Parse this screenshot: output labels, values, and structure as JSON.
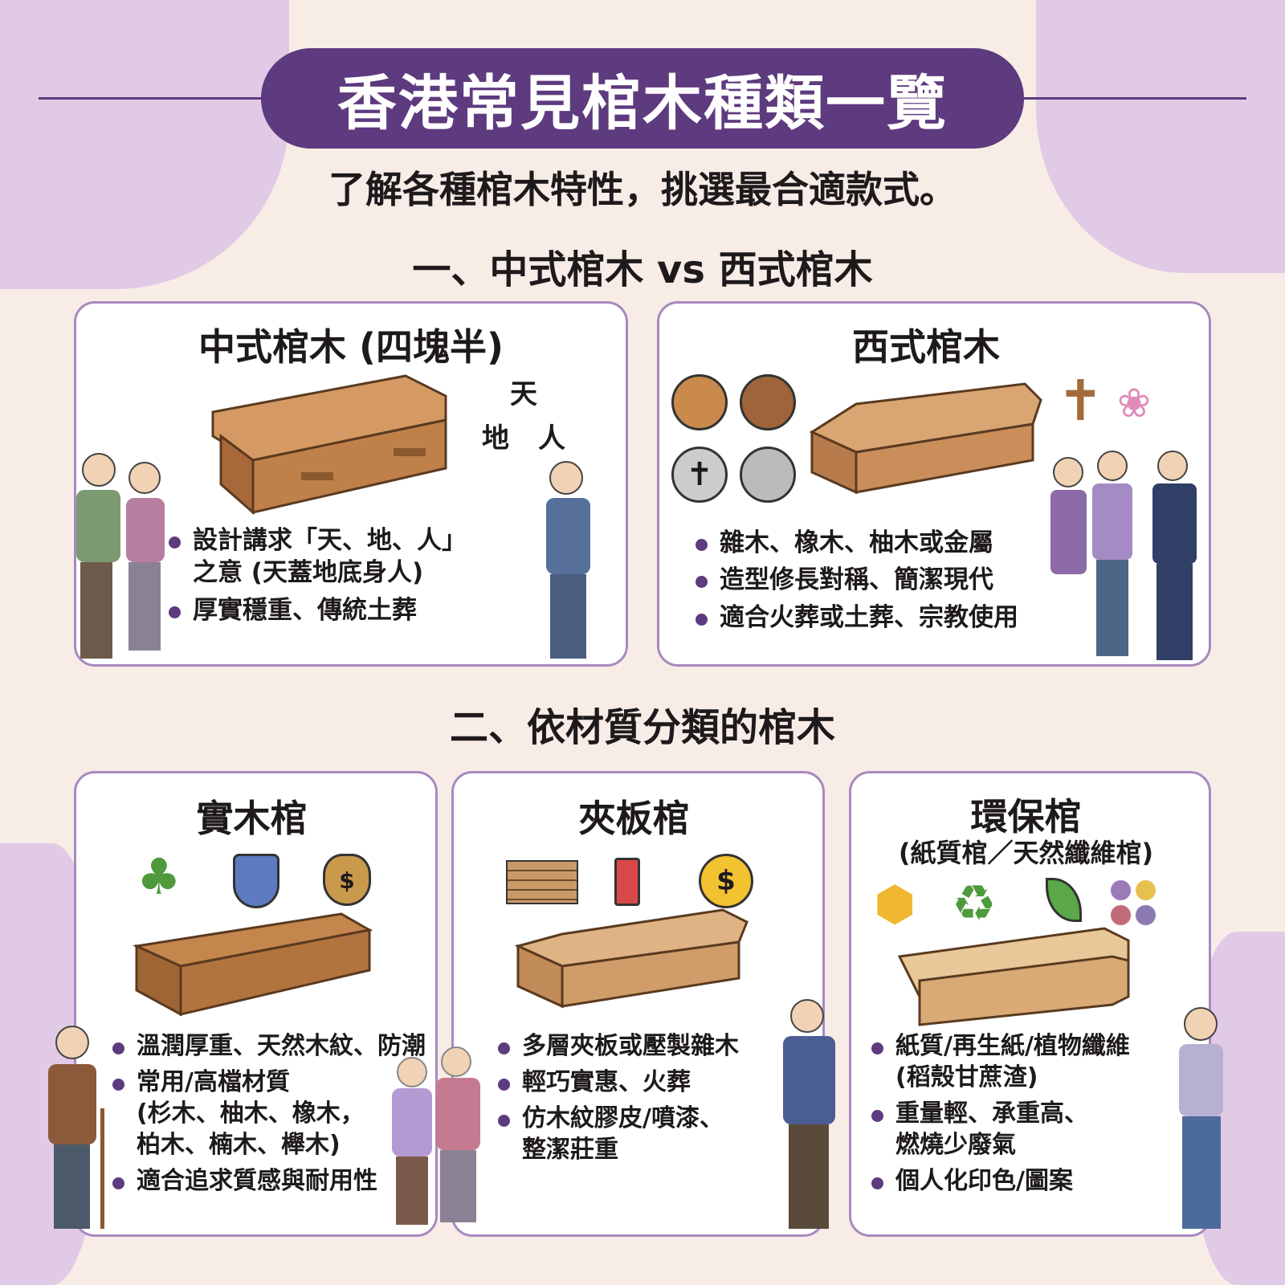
{
  "title": "香港常見棺木種類一覽",
  "subtitle": "了解各種棺木特性，挑選最合適款式。",
  "colors": {
    "accent": "#5e3a7e",
    "card_border": "#a889c0",
    "background": "#f7ede6",
    "wood": "#c48a55"
  },
  "section1": {
    "heading": "一、中式棺木 vs 西式棺木",
    "chinese": {
      "title": "中式棺木 (四塊半)",
      "diagram": {
        "top": "天",
        "left": "地",
        "right": "人"
      },
      "bullets": [
        [
          "設計講求「天、地、人」",
          "之意 (天蓋地底身人)"
        ],
        [
          "厚實穩重、傳統土葬"
        ]
      ]
    },
    "western": {
      "title": "西式棺木",
      "icons": [
        "oak-leaf-icon",
        "wood-grain-icon",
        "cross-badge-icon",
        "metal-pipe-icon",
        "cross-icon",
        "lotus-icon"
      ],
      "bullets": [
        [
          "雜木、橡木、柚木或金屬"
        ],
        [
          "造型修長對稱、簡潔現代"
        ],
        [
          "適合火葬或土葬、宗教使用"
        ]
      ]
    }
  },
  "section2": {
    "heading": "二、依材質分類的棺木",
    "solid": {
      "title": "實木棺",
      "icons": [
        "tree-icon",
        "water-shield-icon",
        "money-bag-icon"
      ],
      "bullets": [
        [
          "溫潤厚重、天然木紋、防潮"
        ],
        [
          "常用/高檔材質",
          "(杉木、柚木、橡木，",
          "柏木、楠木、櫸木)"
        ],
        [
          "適合追求質感與耐用性"
        ]
      ]
    },
    "plywood": {
      "title": "夾板棺",
      "icons": [
        "plywood-stack-icon",
        "spray-can-icon",
        "coin-icon"
      ],
      "bullets": [
        [
          "多層夾板或壓製雜木"
        ],
        [
          "輕巧實惠、火葬"
        ],
        [
          "仿木紋膠皮/噴漆、",
          "整潔莊重"
        ]
      ]
    },
    "eco": {
      "title": "環保棺",
      "subtitle": "(紙質棺／天然纖維棺)",
      "icons": [
        "honeycomb-icon",
        "recycle-icon",
        "leaf-icon",
        "color-palette-icon"
      ],
      "bullets": [
        [
          "紙質/再生紙/植物纖維",
          "(稻殼甘蔗渣)"
        ],
        [
          "重量輕、承重高、",
          "燃燒少廢氣"
        ],
        [
          "個人化印色/圖案"
        ]
      ]
    }
  }
}
